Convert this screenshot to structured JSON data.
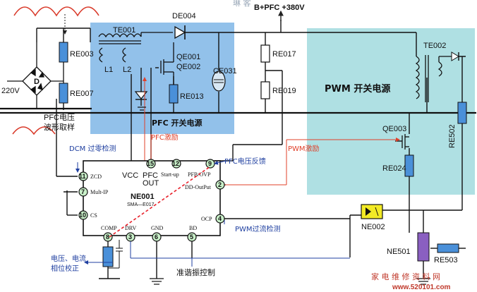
{
  "labels": {
    "bpfc": "B+PFC +380V",
    "de004": "DE004",
    "te001": "TE001",
    "re003": "RE003",
    "re007": "RE007",
    "l1": "L1",
    "l2": "L2",
    "qe001": "QE001",
    "qe002": "QE002",
    "re013": "RE013",
    "ce031": "CE031",
    "re017": "RE017",
    "re019": "RE019",
    "te002": "TE002",
    "re502": "RE502",
    "qe003": "QE003",
    "re024": "RE024",
    "ne002": "NE002",
    "ne501": "NE501",
    "re503": "RE503",
    "ac": "220V",
    "bridge_d": "D",
    "ne001": "NE001",
    "sma": "SMA—E017",
    "vcc": "VCC",
    "pfc_out": "PFC",
    "out": "OUT"
  },
  "blocks": {
    "pfc": "PFC 开关电源",
    "pwm": "PWM 开关电源"
  },
  "annotations": {
    "pfc_wave": "PFC电压",
    "pfc_wave2": "波形取样",
    "dcm": "DCM 过零检测",
    "pfc_drive": "PFC激励",
    "pfc_fb": "PFC电压反馈",
    "pwm_drive": "PWM激励",
    "pwm_oc": "PWM过流检测",
    "phase1": "电压、电流",
    "phase2": "相位校正",
    "quasi": "准谐振控制"
  },
  "pins": {
    "p11": "11",
    "p7": "7",
    "p10": "10",
    "p15": "15",
    "p12": "12",
    "p9": "9",
    "p2": "2",
    "p4": "4",
    "p8": "8",
    "p3": "3",
    "p6": "6",
    "p5": "5"
  },
  "pin_names": {
    "zcd": "ZCD",
    "multip": "Mult-IP",
    "cs": "CS",
    "startup": "Start-up",
    "pfbocp": "PFB/OVP",
    "ddout": "DD-OutPut",
    "ocp": "OCP",
    "comp": "COMP",
    "drv": "DRV",
    "gnd": "GND",
    "bd": "BD"
  },
  "watermark": {
    "top": "琳 客",
    "bottom": "家 电 维 修 资 料 网",
    "url": "www.520101.com"
  },
  "colors": {
    "pfc_block": "#7fb6e6",
    "pwm_block": "#a6dde0",
    "ic_pin_fill": "#c9f0c9",
    "optocoupler": "#f2ea25",
    "ne501": "#8a5fc1",
    "annotation_blue": "#1f3fa0",
    "annotation_red": "#e0402a",
    "feedback_line": "#e8202a"
  }
}
